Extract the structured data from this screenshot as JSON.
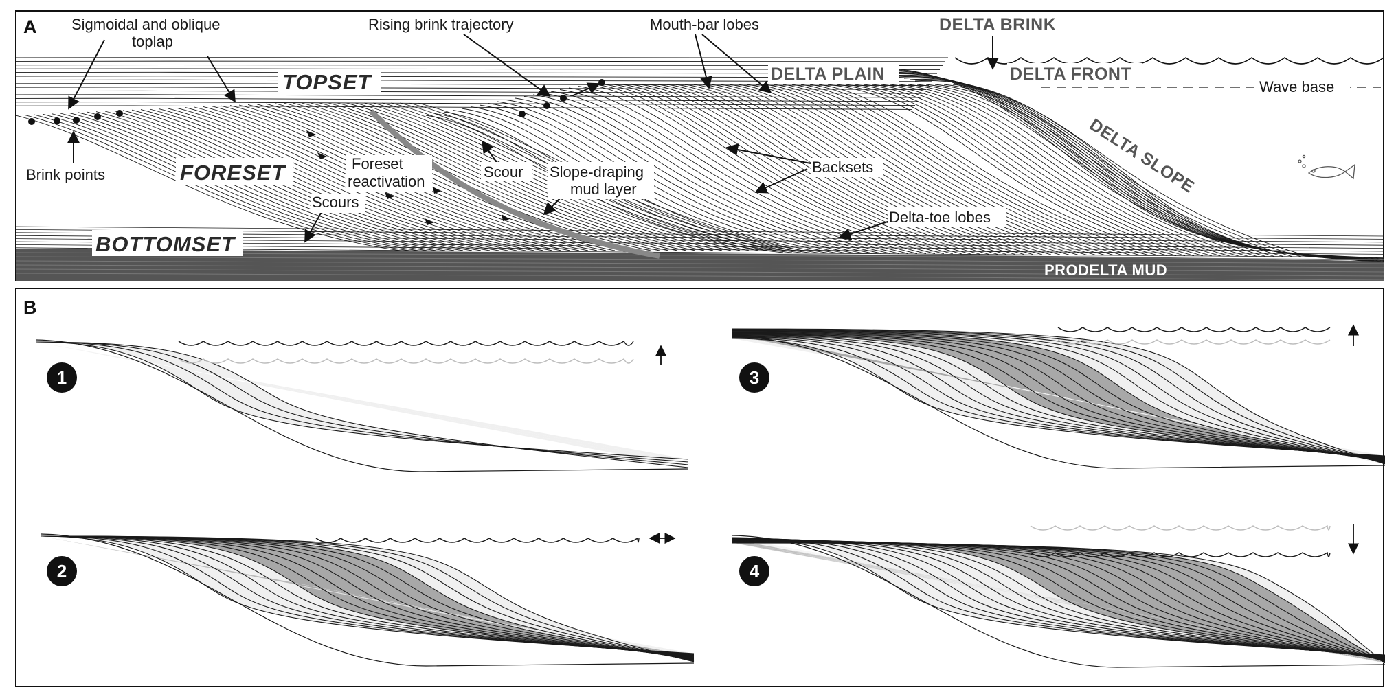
{
  "panel_a": {
    "letter": "A",
    "labels": {
      "sigmoidal_line1": "Sigmoidal and oblique",
      "sigmoidal_line2": "toplap",
      "rising_brink": "Rising brink trajectory",
      "mouth_bar": "Mouth-bar lobes",
      "delta_brink": "DELTA BRINK",
      "delta_front": "DELTA FRONT",
      "delta_plain": "DELTA PLAIN",
      "wave_base": "Wave base",
      "topset": "TOPSET",
      "foreset": "FORESET",
      "bottomset": "BOTTOMSET",
      "brink_points": "Brink points",
      "foreset_reactivation_line1": "Foreset",
      "foreset_reactivation_line2": "reactivation",
      "scour": "Scour",
      "scours": "Scours",
      "slope_draping_line1": "Slope-draping",
      "slope_draping_line2": "mud layer",
      "backsets": "Backsets",
      "delta_toe": "Delta-toe lobes",
      "delta_slope": "DELTA SLOPE",
      "prodelta_mud": "PRODELTA MUD"
    }
  },
  "panel_b": {
    "letter": "B",
    "subpanels": [
      {
        "number": "1",
        "sea_level_arrow": "up-arrow"
      },
      {
        "number": "2",
        "sea_level_arrow": "double-arrow"
      },
      {
        "number": "3",
        "sea_level_arrow": "up-arrow"
      },
      {
        "number": "4",
        "sea_level_arrow": "down-arrow"
      }
    ]
  },
  "colors": {
    "ink": "#1a1a1a",
    "light_fill": "#f0f0f0",
    "dark_fill": "#a8a8a8",
    "mud": "#555555",
    "caps_label": "#555555",
    "old_sea_level": "#bdbdbd"
  }
}
